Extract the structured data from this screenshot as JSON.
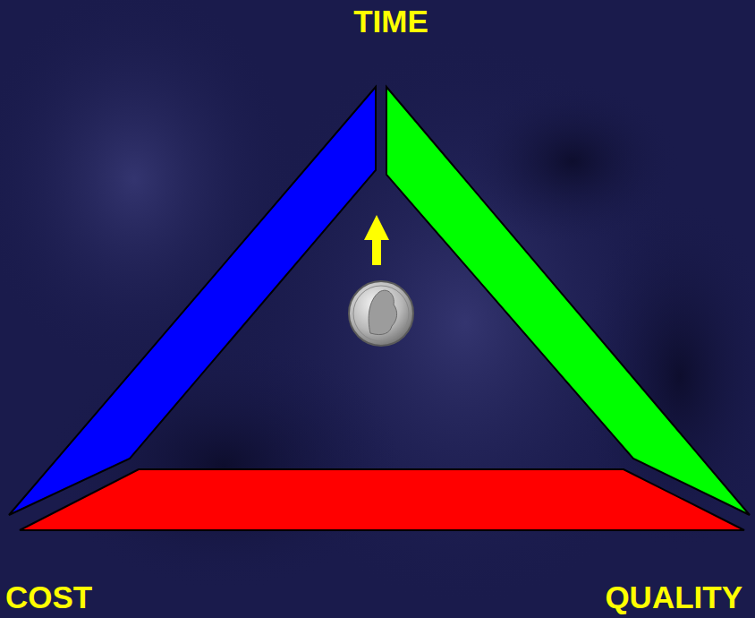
{
  "diagram": {
    "labels": [
      "TIME",
      "COST",
      "QUALITY"
    ]
  }
}
